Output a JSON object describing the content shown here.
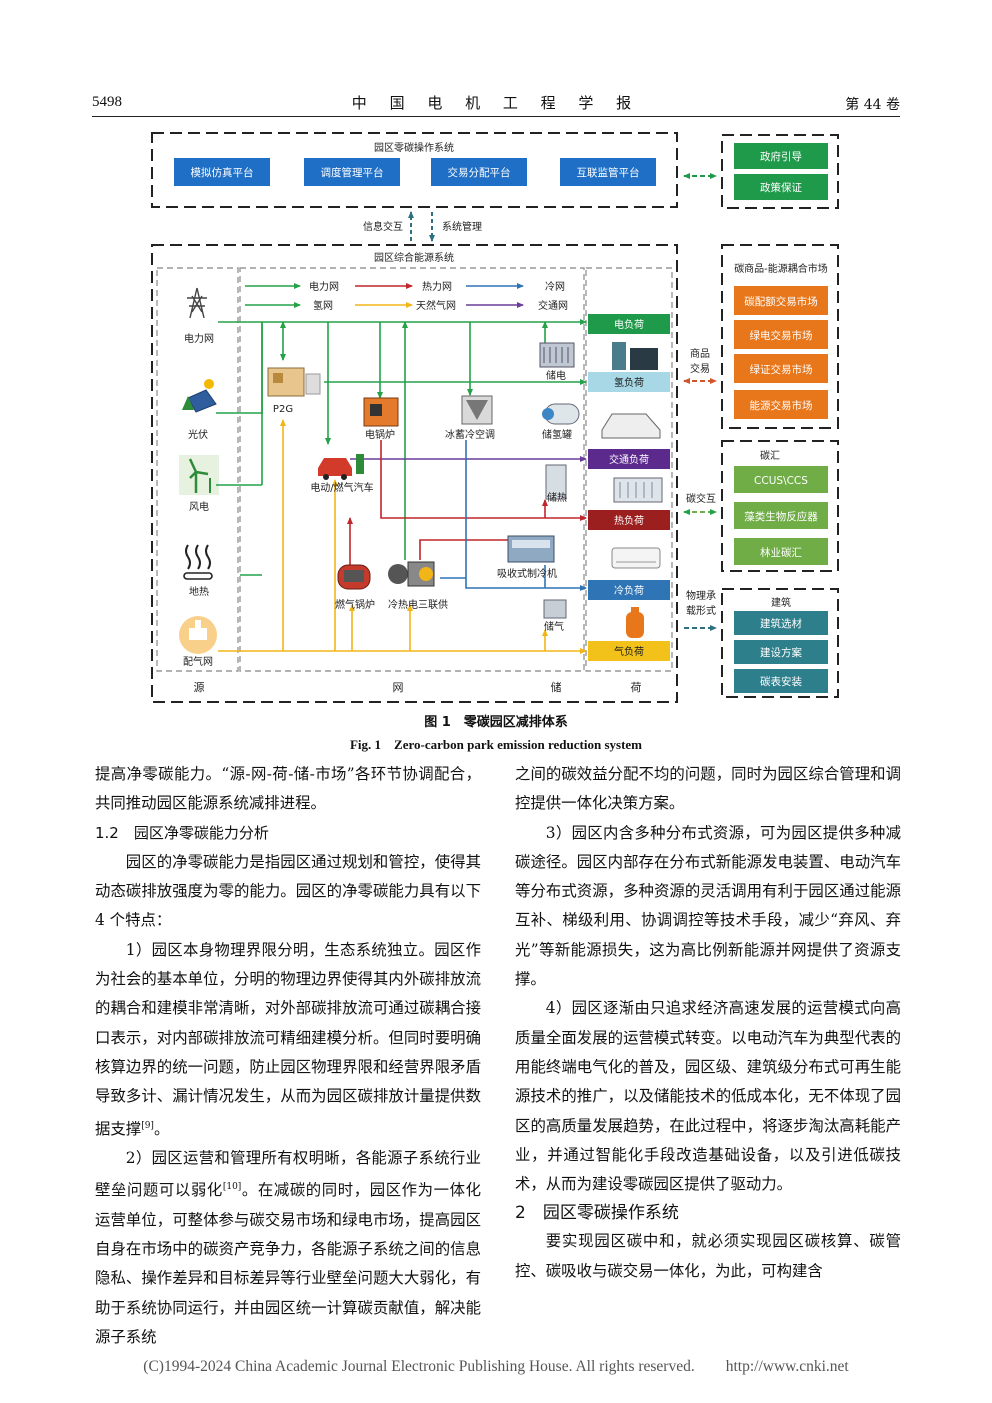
{
  "header": {
    "page_number": "5498",
    "journal": "中 国 电 机 工 程 学 报",
    "volume": "第 44 卷"
  },
  "figure": {
    "op_system": {
      "title": "园区零碳操作系统",
      "platforms": [
        "模拟仿真平台",
        "调度管理平台",
        "交易分配平台",
        "互联监管平台"
      ]
    },
    "gov": [
      "政府引导",
      "政策保证"
    ],
    "link_info": "信息交互",
    "link_sys": "系统管理",
    "energy_system": {
      "title": "园区综合能源系统"
    },
    "legend": [
      "电力网",
      "热力网",
      "冷网",
      "氢网",
      "天然气网",
      "交通网"
    ],
    "sources": [
      "电力网",
      "光伏",
      "风电",
      "地热",
      "配气网"
    ],
    "devices": [
      "P2G",
      "电锅炉",
      "冰蓄冷空调",
      "电动/燃气汽车",
      "燃气锅炉",
      "冷热电三联供",
      "吸收式制冷机"
    ],
    "storage": [
      "储电",
      "储氢罐",
      "储热",
      "储气"
    ],
    "loads": [
      "电负荷",
      "氢负荷",
      "交通负荷",
      "热负荷",
      "冷负荷",
      "气负荷"
    ],
    "bottom": [
      "源",
      "网",
      "储",
      "荷"
    ],
    "market": {
      "title": "碳商品-能源耦合市场",
      "items": [
        "碳配额交易市场",
        "绿电交易市场",
        "绿证交易市场",
        "能源交易市场"
      ]
    },
    "sink": {
      "title": "碳汇",
      "items": [
        "CCUS\\CCS",
        "藻类生物反应器",
        "林业碳汇"
      ]
    },
    "building": {
      "title": "建筑",
      "items": [
        "建筑选材",
        "建设方案",
        "碳表安装"
      ]
    },
    "links": {
      "trade_1": "商品",
      "trade_2": "交易",
      "carbon": "碳交互",
      "phys_1": "物理承",
      "phys_2": "载形式"
    },
    "colors": {
      "gov_green": "#1f9a4b",
      "market_orange": "#e8761b",
      "sink_green": "#70ad47",
      "build_teal": "#2e7f8c",
      "platform_blue": "#1f6fc6"
    }
  },
  "caption": {
    "cn": "图 1　零碳园区减排体系",
    "en": "Fig. 1　Zero-carbon park emission reduction system"
  },
  "left_col": {
    "p1": "提高净零碳能力。“源-网-荷-储-市场”各环节协调配合，共同推动园区能源系统减排进程。",
    "h1": "1.2　园区净零碳能力分析",
    "p2": "园区的净零碳能力是指园区通过规划和管控，使得其动态碳排放强度为零的能力。园区的净零碳能力具有以下 4 个特点：",
    "p3": "1）园区本身物理界限分明，生态系统独立。园区作为社会的基本单位，分明的物理边界使得其内外碳排放流的耦合和建模非常清晰，对外部碳排放流可通过碳耦合接口表示，对内部碳排放流可精细建模分析。但同时要明确核算边界的统一问题，防止园区物理界限和经营界限矛盾导致多计、漏计情况发生，从而为园区碳排放计量提供数据支撑",
    "p3_ref": "[9]",
    "p3_end": "。",
    "p4a": "2）园区运营和管理所有权明晰，各能源子系统行业壁垒问题可以弱化",
    "p4_ref": "[10]",
    "p4b": "。在减碳的同时，园区作为一体化运营单位，可整体参与碳交易市场和绿电市场，提高园区自身在市场中的碳资产竞争力，各能源子系统之间的信息隐私、操作差异和目标差异等行业壁垒问题大大弱化，有助于系统协同运行，并由园区统一计算碳贡献值，解决能源子系统"
  },
  "right_col": {
    "p1": "之间的碳效益分配不均的问题，同时为园区综合管理和调控提供一体化决策方案。",
    "p2": "3）园区内含多种分布式资源，可为园区提供多种减碳途径。园区内部存在分布式新能源发电装置、电动汽车等分布式资源，多种资源的灵活调用有利于园区通过能源互补、梯级利用、协调调控等技术手段，减少“弃风、弃光”等新能源损失，这为高比例新能源并网提供了资源支撑。",
    "p3": "4）园区逐渐由只追求经济高速发展的运营模式向高质量全面发展的运营模式转变。以电动汽车为典型代表的用能终端电气化的普及，园区级、建筑级分布式可再生能源技术的推广，以及储能技术的低成本化，无不体现了园区的高质量发展趋势，在此过程中，将逐步淘汰高耗能产业，并通过智能化手段改造基础设备，以及引进低碳技术，从而为建设零碳园区提供了驱动力。",
    "h2": "2　园区零碳操作系统",
    "p4": "要实现园区碳中和，就必须实现园区碳核算、碳管控、碳吸收与碳交易一体化，为此，可构建含"
  },
  "footer": "(C)1994-2024 China Academic Journal Electronic Publishing House. All rights reserved.　　http://www.cnki.net"
}
